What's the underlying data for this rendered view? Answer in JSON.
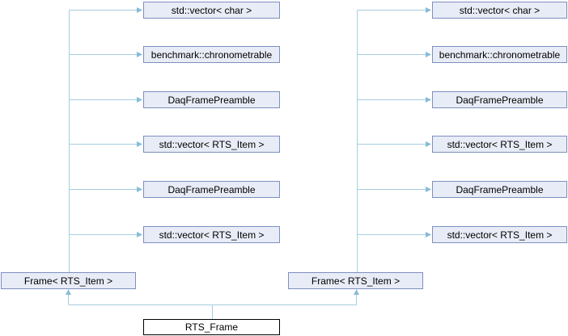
{
  "diagram_type": "class-collaboration-graph",
  "colors": {
    "page-bg": "#ffffff",
    "node-fill": "#e8ecf6",
    "node-border": "#7d8fc0",
    "edge": "#a6cde0",
    "arrow": "#86bcd9",
    "main-fill": "#ffffff",
    "main-border": "#000000",
    "text": "#000000"
  },
  "nodes": {
    "left_column": [
      "std::vector< char >",
      "benchmark::chronometrable",
      "DaqFramePreamble",
      "std::vector< RTS_Item >",
      "DaqFramePreamble",
      "std::vector< RTS_Item >"
    ],
    "right_column": [
      "std::vector< char >",
      "benchmark::chronometrable",
      "DaqFramePreamble",
      "std::vector< RTS_Item >",
      "DaqFramePreamble",
      "std::vector< RTS_Item >"
    ],
    "left_frame": "Frame< RTS_Item >",
    "right_frame": "Frame< RTS_Item >",
    "main": "RTS_Frame"
  }
}
